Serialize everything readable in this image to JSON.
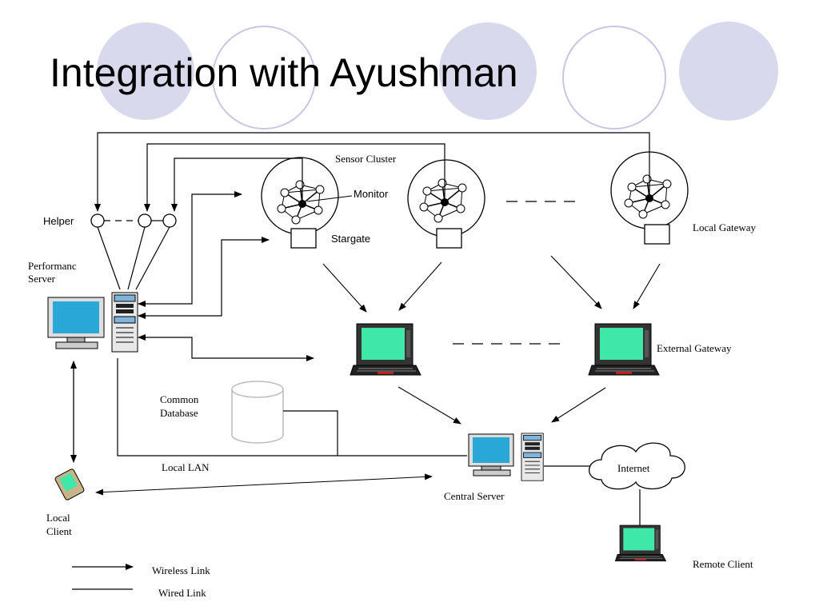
{
  "title": "Integration with Ayushman",
  "colors": {
    "circle_fill": "#d9d9ee",
    "circle_outline": "#c7c7e4",
    "screen": "#3fe8a8",
    "server_blue": "#7fb4dc",
    "line": "#000000"
  },
  "labels": {
    "sensor_cluster": "Sensor Cluster",
    "monitor": "Monitor",
    "stargate": "Stargate",
    "local_gateway": "Local Gateway",
    "helper": "Helper",
    "performance_server": [
      "Performanc",
      "Server"
    ],
    "external_gateway": "External Gateway",
    "common_database": [
      "Common",
      "Database"
    ],
    "local_lan": "Local LAN",
    "central_server": "Central Server",
    "internet": "Internet",
    "local_client": [
      "Local",
      "Client"
    ],
    "remote_client": "Remote Client"
  },
  "legend": {
    "wireless": "Wireless Link",
    "wired": "Wired Link"
  },
  "icons": {
    "cluster": "sensor-cluster-icon",
    "stargate": "stargate-box-icon",
    "laptop": "laptop-icon",
    "server": "server-tower-icon",
    "monitor": "desktop-monitor-icon",
    "database": "database-cylinder-icon",
    "cloud": "cloud-icon",
    "pda": "pda-icon"
  }
}
